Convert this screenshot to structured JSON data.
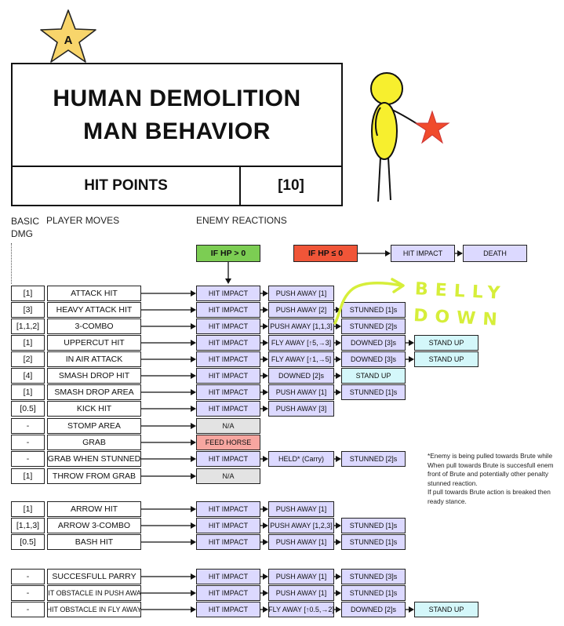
{
  "badge_letter": "A",
  "title": "HUMAN DEMOLITION MAN BEHAVIOR",
  "hit_points_label": "HIT POINTS",
  "hit_points_value": "[10]",
  "headers": {
    "basic_dmg": "BASIC DMG",
    "player_moves": "PLAYER MOVES",
    "enemy_reactions": "ENEMY REACTIONS"
  },
  "conditions": {
    "hp_above": "IF HP > 0",
    "hp_below": "IF HP ≤ 0",
    "below_reaction": "HIT IMPACT",
    "below_result": "DEATH"
  },
  "handwritten_note": "BELLY DOWN",
  "rows": [
    {
      "dmg": "[1]",
      "move": "ATTACK HIT",
      "reactions": [
        {
          "label": "HIT IMPACT",
          "color": "purple"
        },
        {
          "label": "PUSH AWAY [1]",
          "color": "purple"
        }
      ]
    },
    {
      "dmg": "[3]",
      "move": "HEAVY ATTACK HIT",
      "reactions": [
        {
          "label": "HIT IMPACT",
          "color": "purple"
        },
        {
          "label": "PUSH AWAY [2]",
          "color": "purple"
        },
        {
          "label": "STUNNED [1]s",
          "color": "purple"
        }
      ]
    },
    {
      "dmg": "[1,1,2]",
      "move": "3-COMBO",
      "reactions": [
        {
          "label": "HIT IMPACT",
          "color": "purple"
        },
        {
          "label": "PUSH AWAY [1,1,3]",
          "color": "purple"
        },
        {
          "label": "STUNNED [2]s",
          "color": "purple"
        }
      ]
    },
    {
      "dmg": "[1]",
      "move": "UPPERCUT HIT",
      "reactions": [
        {
          "label": "HIT IMPACT",
          "color": "purple"
        },
        {
          "label": "FLY AWAY [↑5,→3]",
          "color": "purple"
        },
        {
          "label": "DOWNED [3]s",
          "color": "purple"
        },
        {
          "label": "STAND UP",
          "color": "cyan"
        }
      ]
    },
    {
      "dmg": "[2]",
      "move": "IN AIR ATTACK",
      "reactions": [
        {
          "label": "HIT IMPACT",
          "color": "purple"
        },
        {
          "label": "FLY AWAY [↑1,→5]",
          "color": "purple"
        },
        {
          "label": "DOWNED [3]s",
          "color": "purple"
        },
        {
          "label": "STAND UP",
          "color": "cyan"
        }
      ]
    },
    {
      "dmg": "[4]",
      "move": "SMASH DROP HIT",
      "reactions": [
        {
          "label": "HIT IMPACT",
          "color": "purple"
        },
        {
          "label": "DOWNED [2]s",
          "color": "purple"
        },
        {
          "label": "STAND UP",
          "color": "cyan"
        }
      ]
    },
    {
      "dmg": "[1]",
      "move": "SMASH DROP AREA",
      "reactions": [
        {
          "label": "HIT IMPACT",
          "color": "purple"
        },
        {
          "label": "PUSH AWAY [1]",
          "color": "purple"
        },
        {
          "label": "STUNNED [1]s",
          "color": "purple"
        }
      ]
    },
    {
      "dmg": "[0.5]",
      "move": "KICK HIT",
      "reactions": [
        {
          "label": "HIT IMPACT",
          "color": "purple"
        },
        {
          "label": "PUSH AWAY [3]",
          "color": "purple"
        }
      ]
    },
    {
      "dmg": "-",
      "move": "STOMP AREA",
      "reactions": [
        {
          "label": "N/A",
          "color": "grey"
        }
      ]
    },
    {
      "dmg": "-",
      "move": "GRAB",
      "reactions": [
        {
          "label": "FEED HORSE",
          "color": "pink"
        }
      ]
    },
    {
      "dmg": "-",
      "move": "GRAB WHEN STUNNED",
      "reactions": [
        {
          "label": "HIT IMPACT",
          "color": "purple"
        },
        {
          "label": "HELD* (Carry)",
          "color": "purple"
        },
        {
          "label": "STUNNED [2]s",
          "color": "purple"
        }
      ]
    },
    {
      "dmg": "[1]",
      "move": "THROW FROM GRAB",
      "reactions": [
        {
          "label": "N/A",
          "color": "grey"
        }
      ]
    },
    {
      "dmg": "[1]",
      "move": "ARROW HIT",
      "reactions": [
        {
          "label": "HIT IMPACT",
          "color": "purple"
        },
        {
          "label": "PUSH AWAY [1]",
          "color": "purple"
        }
      ]
    },
    {
      "dmg": "[1,1,3]",
      "move": "ARROW 3-COMBO",
      "reactions": [
        {
          "label": "HIT IMPACT",
          "color": "purple"
        },
        {
          "label": "PUSH AWAY [1,2,3]",
          "color": "purple"
        },
        {
          "label": "STUNNED [1]s",
          "color": "purple"
        }
      ]
    },
    {
      "dmg": "[0.5]",
      "move": "BASH HIT",
      "reactions": [
        {
          "label": "HIT IMPACT",
          "color": "purple"
        },
        {
          "label": "PUSH AWAY [1]",
          "color": "purple"
        },
        {
          "label": "STUNNED [1]s",
          "color": "purple"
        }
      ]
    },
    {
      "dmg": "-",
      "move": "SUCCESFULL PARRY",
      "reactions": [
        {
          "label": "HIT IMPACT",
          "color": "purple"
        },
        {
          "label": "PUSH AWAY [1]",
          "color": "purple"
        },
        {
          "label": "STUNNED [3]s",
          "color": "purple"
        }
      ]
    },
    {
      "dmg": "-",
      "move": "HIT OBSTACLE IN PUSH AWAY",
      "reactions": [
        {
          "label": "HIT IMPACT",
          "color": "purple"
        },
        {
          "label": "PUSH AWAY [1]",
          "color": "purple"
        },
        {
          "label": "STUNNED [1]s",
          "color": "purple"
        }
      ]
    },
    {
      "dmg": "-",
      "move": "HIT OBSTACLE IN FLY AWAY",
      "reactions": [
        {
          "label": "HIT IMPACT",
          "color": "purple"
        },
        {
          "label": "FLY AWAY [↑0.5,→2]",
          "color": "purple"
        },
        {
          "label": "DOWNED [2]s",
          "color": "purple"
        },
        {
          "label": "STAND UP",
          "color": "cyan"
        }
      ]
    }
  ],
  "notes": [
    "*Enemy is being pulled towards Brute while",
    "When pull towards Brute is succesfull enem",
    "front of Brute and potentially other penalty",
    "stunned reaction.",
    "If pull towards Brute action is breaked then",
    "ready stance."
  ]
}
